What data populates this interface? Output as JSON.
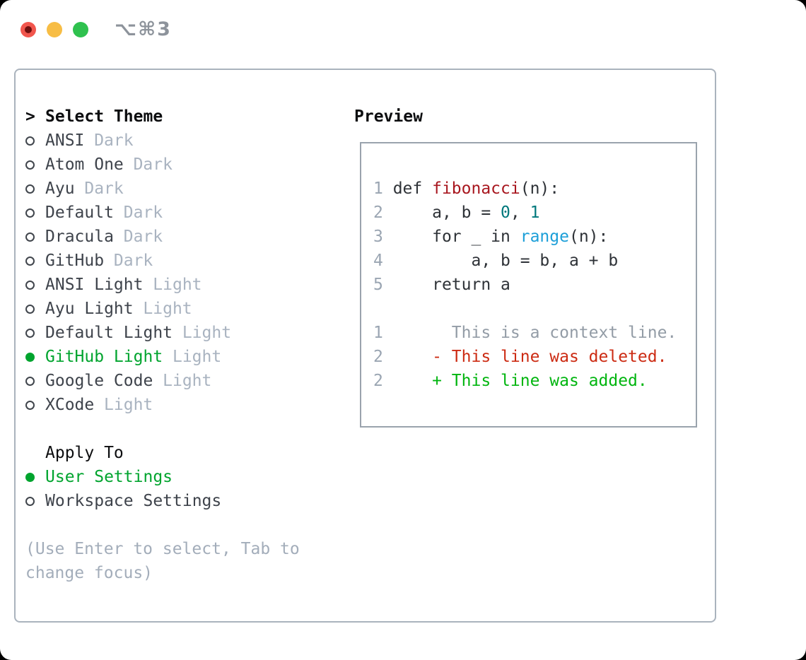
{
  "window": {
    "title_shortcut": "⌥⌘3",
    "traffic_lights": [
      {
        "name": "close",
        "color": "#f1564d"
      },
      {
        "name": "minimize",
        "color": "#f7bd45"
      },
      {
        "name": "zoom",
        "color": "#2fc14e"
      }
    ]
  },
  "theme_picker": {
    "header": {
      "marker": ">",
      "label": "Select Theme"
    },
    "themes": [
      {
        "name": "ANSI",
        "variant": "Dark",
        "selected": false
      },
      {
        "name": "Atom One",
        "variant": "Dark",
        "selected": false
      },
      {
        "name": "Ayu",
        "variant": "Dark",
        "selected": false
      },
      {
        "name": "Default",
        "variant": "Dark",
        "selected": false
      },
      {
        "name": "Dracula",
        "variant": "Dark",
        "selected": false
      },
      {
        "name": "GitHub",
        "variant": "Dark",
        "selected": false
      },
      {
        "name": "ANSI Light",
        "variant": "Light",
        "selected": false
      },
      {
        "name": "Ayu Light",
        "variant": "Light",
        "selected": false
      },
      {
        "name": "Default Light",
        "variant": "Light",
        "selected": false
      },
      {
        "name": "GitHub Light",
        "variant": "Light",
        "selected": true
      },
      {
        "name": "Google Code",
        "variant": "Light",
        "selected": false
      },
      {
        "name": "XCode",
        "variant": "Light",
        "selected": false
      }
    ],
    "apply_to": {
      "header": "Apply To",
      "options": [
        {
          "label": "User Settings",
          "selected": true
        },
        {
          "label": "Workspace Settings",
          "selected": false
        }
      ]
    },
    "hint_lines": [
      "(Use Enter to select, Tab to",
      "change focus)"
    ]
  },
  "preview": {
    "header": "Preview",
    "lines": [
      {
        "segments": [
          [
            "1 ",
            "num"
          ],
          [
            "def ",
            "fg"
          ],
          [
            "fibonacci",
            "func"
          ],
          [
            "(n):",
            "fg"
          ]
        ]
      },
      {
        "segments": [
          [
            "2 ",
            "num"
          ],
          [
            "    a, b = ",
            "fg"
          ],
          [
            "0",
            "numlit"
          ],
          [
            ", ",
            "fg"
          ],
          [
            "1",
            "numlit"
          ]
        ]
      },
      {
        "segments": [
          [
            "3 ",
            "num"
          ],
          [
            "    for _ in ",
            "fg"
          ],
          [
            "range",
            "builtin"
          ],
          [
            "(n):",
            "fg"
          ]
        ]
      },
      {
        "segments": [
          [
            "4 ",
            "num"
          ],
          [
            "        a, b = b, a + b",
            "fg"
          ]
        ]
      },
      {
        "segments": [
          [
            "5 ",
            "num"
          ],
          [
            "    return a",
            "fg"
          ]
        ]
      },
      {
        "segments": []
      },
      {
        "segments": [
          [
            "1 ",
            "num"
          ],
          [
            "      This is a context line.",
            "ctx"
          ]
        ]
      },
      {
        "segments": [
          [
            "2 ",
            "num"
          ],
          [
            "    - This line was deleted.",
            "del"
          ]
        ]
      },
      {
        "segments": [
          [
            "2 ",
            "num"
          ],
          [
            "    + This line was added.",
            "add"
          ]
        ]
      }
    ]
  },
  "colors": {
    "selection_green": "#00a42e",
    "added_green": "#00b50f",
    "deleted_red": "#cc2b13",
    "context_gray": "#939ca6",
    "line_number_gray": "#9aa5b2",
    "function_red": "#a8171f",
    "number_teal": "#00787c",
    "builtin_blue": "#1c9fd8",
    "text_dark": "#2e3237",
    "muted_variant": "#a9b3c0",
    "panel_border": "#aab3bd",
    "preview_border": "#9aa3ad"
  }
}
